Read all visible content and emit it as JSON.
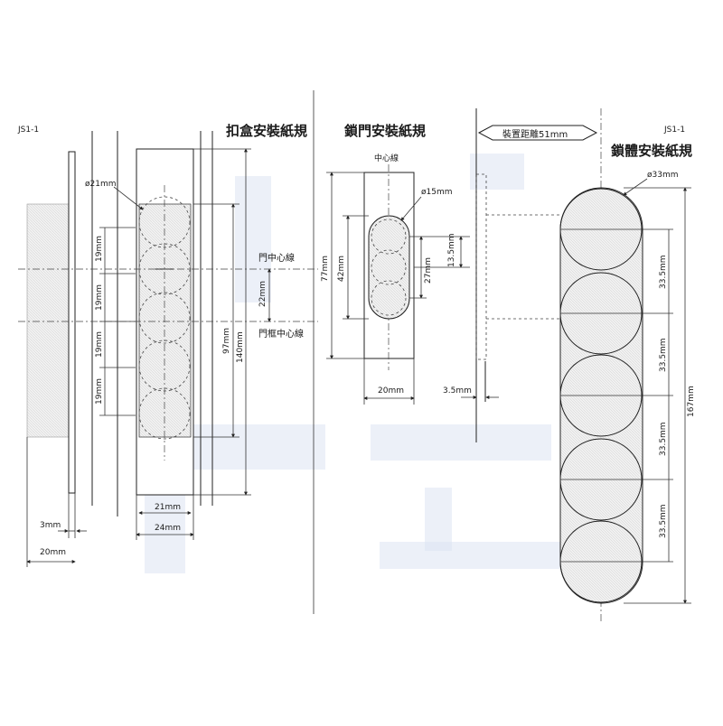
{
  "page_codes": {
    "left": "JS1-1",
    "right": "JS1-1"
  },
  "sections": {
    "strike_box": {
      "title": "扣盒安裝紙規",
      "hole_diameter": "ø21mm",
      "spacing": [
        "19mm",
        "19mm",
        "19mm",
        "19mm"
      ],
      "door_center_label": "門中心線",
      "frame_center_label": "門框中心線",
      "center_offset": "22mm",
      "inner_height": "97mm",
      "outer_height": "140mm",
      "inner_width": "21mm",
      "outer_width": "24mm",
      "frame_gap": "3mm",
      "frame_width": "20mm"
    },
    "door_lock": {
      "title": "鎖門安裝紙規",
      "center_label": "中心線",
      "hole_diameter": "ø15mm",
      "outer_height": "77mm",
      "slot_height": "42mm",
      "pitch": "27mm",
      "half_pitch": "13.5mm",
      "width": "20mm",
      "edge_offset": "3.5mm"
    },
    "lock_body": {
      "title": "鎖體安裝紙規",
      "install_distance": "裝置距離51mm",
      "hole_diameter": "ø33mm",
      "spacing": [
        "33.5mm",
        "33.5mm",
        "33.5mm",
        "33.5mm"
      ],
      "total_height": "167mm"
    }
  },
  "colors": {
    "ink": "#1a1a1a",
    "paper": "#ffffff",
    "watermark": "#dce4f2"
  }
}
